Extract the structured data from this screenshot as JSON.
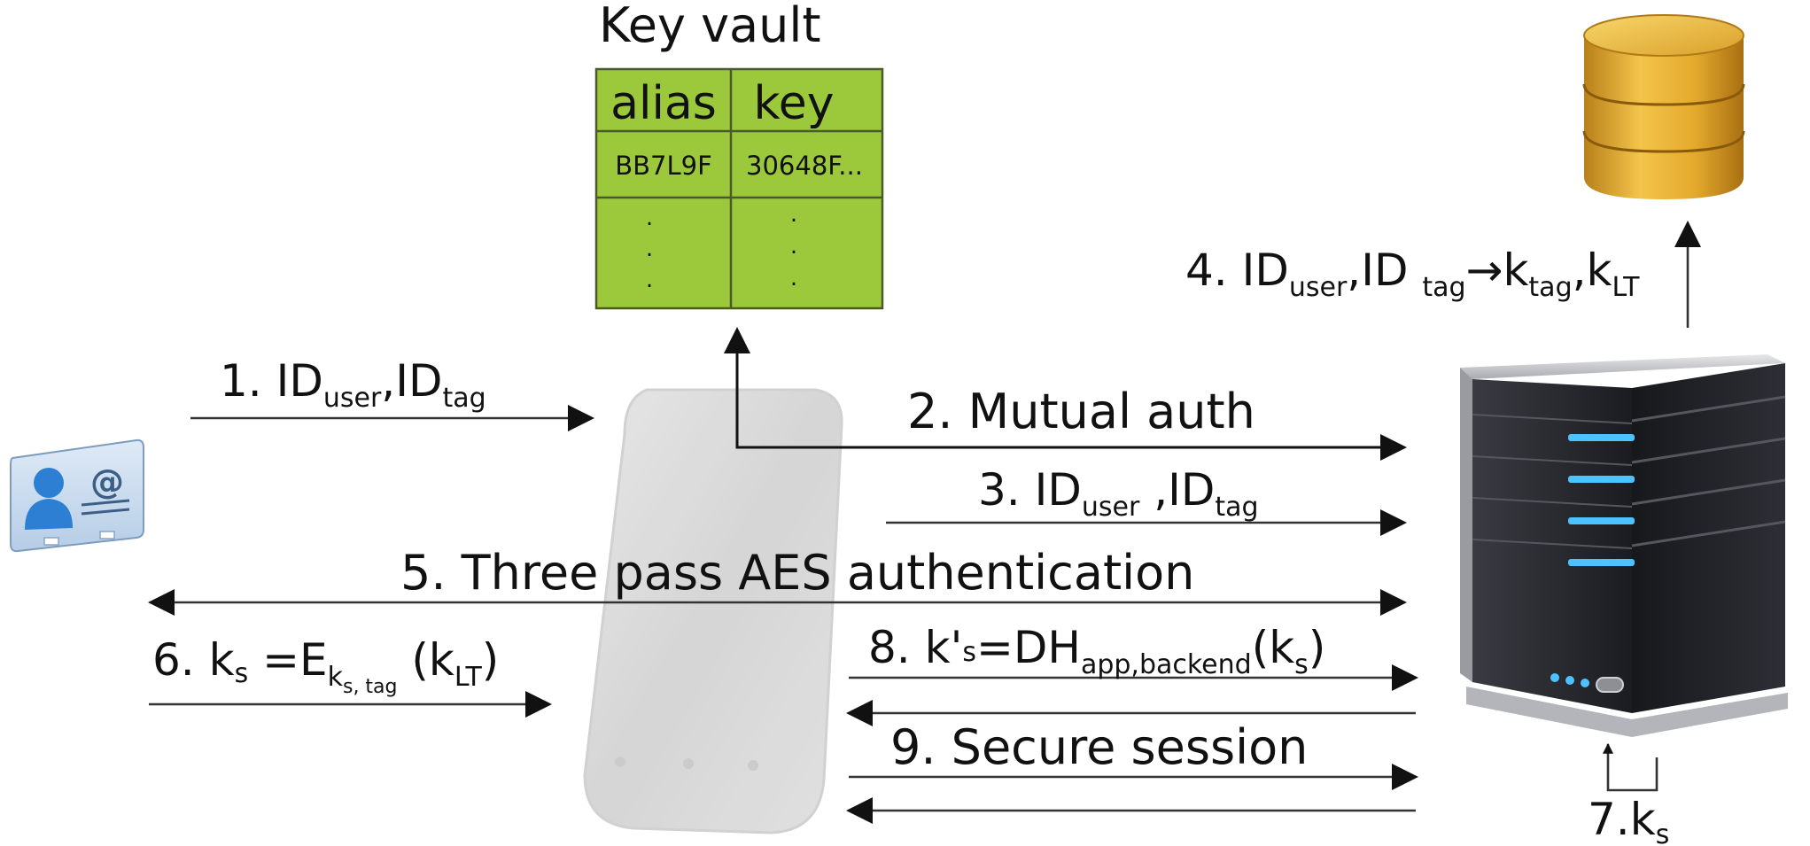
{
  "vault": {
    "title": "Key vault",
    "headers": [
      "alias",
      "key"
    ],
    "row1": [
      "BB7L9F",
      "30648F..."
    ],
    "dots": "."
  },
  "colors": {
    "vault_fill": "#9cc93b",
    "vault_border": "#4a5a2a",
    "db_gold": "#e3a92c",
    "server_dark": "#2a2a30",
    "server_led": "#4cc3ff",
    "arrow": "#333333"
  },
  "icons": {
    "contact": "contact-card-icon",
    "phone": "smartphone-icon",
    "database": "database-icon",
    "server": "server-icon"
  },
  "steps": {
    "s1": {
      "num": "1. ",
      "id": "ID",
      "user": "user",
      "sep": ",",
      "id2": "ID",
      "tag": "tag"
    },
    "s2": {
      "text": "2. Mutual auth"
    },
    "s3": {
      "num": "3. ",
      "id": "ID",
      "user": "user",
      "sep": " ,",
      "id2": "ID",
      "tag": "tag"
    },
    "s4": {
      "num": "4. ",
      "id": "ID",
      "user": "user",
      "sep": ",",
      "id2": "ID ",
      "tag": "tag",
      "arrow": "→",
      "k1": "k",
      "k1sub": "tag",
      "sep2": ",",
      "k2": "k",
      "k2sub": "LT"
    },
    "s5": {
      "text": "5. Three pass AES authentication"
    },
    "s6": {
      "num": "6. ",
      "k": "k",
      "ksub": "s",
      "eq": " =E",
      "esub_k": "k",
      "esub_s": "s, tag",
      "open": " (k",
      "ltsub": "LT",
      "close": ")"
    },
    "s7": {
      "num": "7.",
      "k": "k",
      "ksub": "s"
    },
    "s8": {
      "num": "8. ",
      "k": "k'",
      "ksub": "s",
      "eq": "=DH",
      "dhsub": "app,backend",
      "open": "(k",
      "ksub2": "s",
      "close": ")"
    },
    "s9": {
      "text": "9. Secure session"
    }
  }
}
